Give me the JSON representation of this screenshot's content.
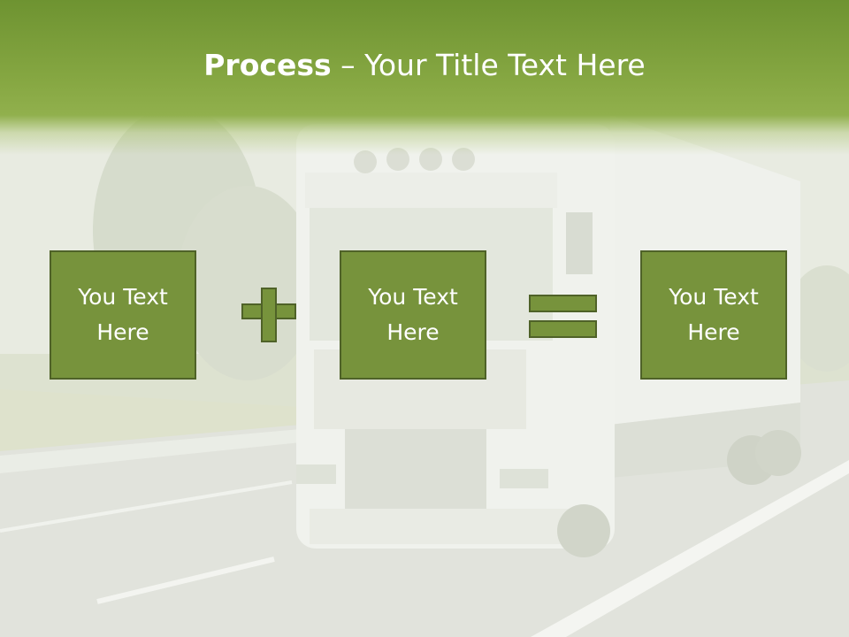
{
  "title": {
    "bold": "Process",
    "separator": " – ",
    "rest": "Your Title Text Here"
  },
  "boxes": [
    {
      "text": "You Text\nHere"
    },
    {
      "text": "You Text\nHere"
    },
    {
      "text": "You Text\nHere"
    }
  ],
  "operators": [
    "plus",
    "equals"
  ],
  "colors": {
    "accent": "#77933c",
    "border": "#4f6228",
    "title_band": "#87a843",
    "text": "#ffffff"
  }
}
